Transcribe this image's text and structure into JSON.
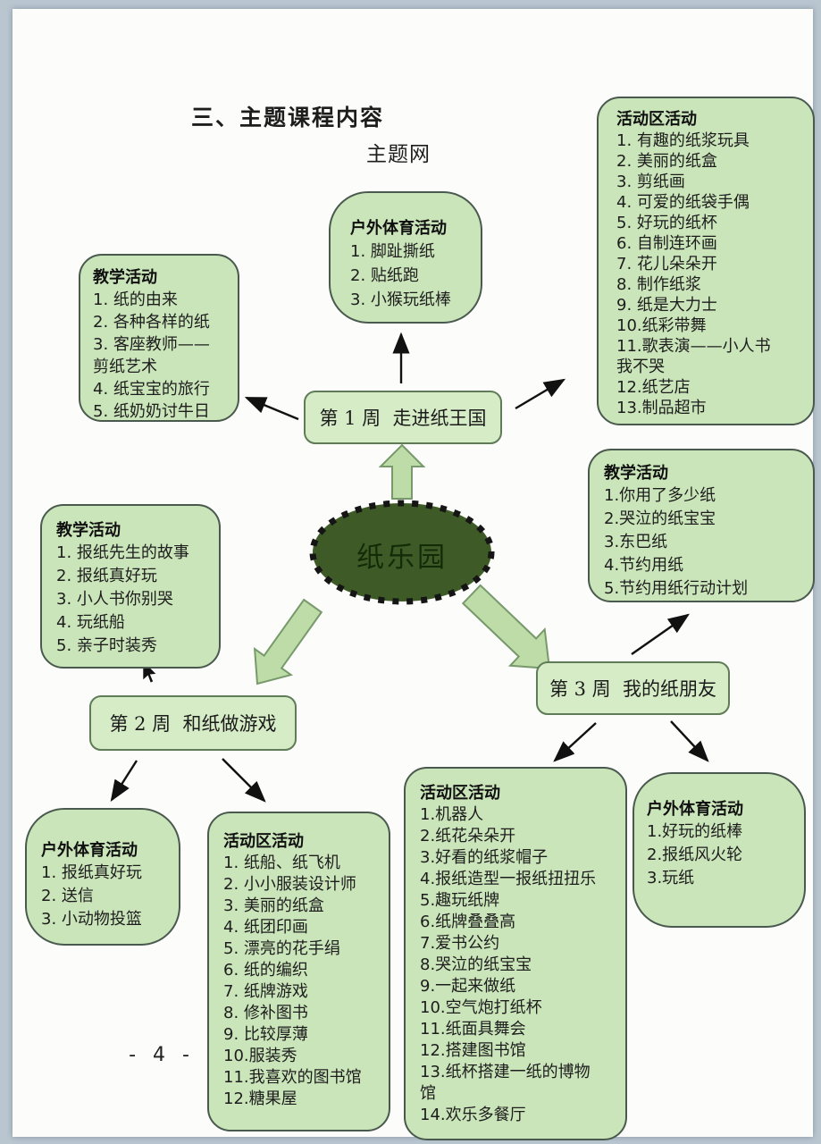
{
  "page": {
    "title": "三、主题课程内容",
    "subtitle": "主题网",
    "page_number": "- 4 -"
  },
  "center": {
    "label": "纸乐园"
  },
  "weeks": [
    {
      "label": "第 1 周  走进纸王国"
    },
    {
      "label": "第 2 周  和纸做游戏"
    },
    {
      "label": "第 3 周  我的纸朋友"
    }
  ],
  "boxes": {
    "top_right": {
      "title": "活动区活动",
      "items": [
        "1. 有趣的纸浆玩具",
        "2. 美丽的纸盒",
        "3. 剪纸画",
        "4. 可爱的纸袋手偶",
        "5. 好玩的纸杯",
        "6. 自制连环画",
        "7. 花儿朵朵开",
        "8. 制作纸浆",
        "9. 纸是大力士",
        "10.纸彩带舞",
        "11.歌表演——小人书我不哭",
        "12.纸艺店",
        "13.制品超市"
      ]
    },
    "top_center": {
      "title": "户外体育活动",
      "items": [
        "1. 脚趾撕纸",
        "2. 贴纸跑",
        "3. 小猴玩纸棒"
      ]
    },
    "left_top": {
      "title": "教学活动",
      "items": [
        "1. 纸的由来",
        "2. 各种各样的纸",
        "3. 客座教师——剪纸艺术",
        "4. 纸宝宝的旅行",
        "5. 纸奶奶讨牛日"
      ]
    },
    "left_mid": {
      "title": "教学活动",
      "items": [
        "1. 报纸先生的故事",
        "2. 报纸真好玩",
        "3. 小人书你别哭",
        "4. 玩纸船",
        "5. 亲子时装秀"
      ]
    },
    "right_mid": {
      "title": "教学活动",
      "items": [
        "1.你用了多少纸",
        "2.哭泣的纸宝宝",
        "3.东巴纸",
        "4.节约用纸",
        "5.节约用纸行动计划"
      ]
    },
    "bottom_left": {
      "title": "户外体育活动",
      "items": [
        "1. 报纸真好玩",
        "2. 送信",
        "3. 小动物投篮"
      ]
    },
    "bottom_mid_left": {
      "title": "活动区活动",
      "items": [
        "1. 纸船、纸飞机",
        "2. 小小服装设计师",
        "3. 美丽的纸盒",
        "4. 纸团印画",
        "5. 漂亮的花手绢",
        "6. 纸的编织",
        "7. 纸牌游戏",
        "8. 修补图书",
        "9. 比较厚薄",
        "10.服装秀",
        "11.我喜欢的图书馆",
        "12.糖果屋"
      ]
    },
    "bottom_mid_right": {
      "title": "活动区活动",
      "items": [
        "1.机器人",
        "2.纸花朵朵开",
        "3.好看的纸浆帽子",
        "4.报纸造型一报纸扭扭乐",
        "5.趣玩纸牌",
        "6.纸牌叠叠高",
        "7.爱书公约",
        "8.哭泣的纸宝宝",
        "9.一起来做纸",
        "10.空气炮打纸杯",
        "11.纸面具舞会",
        "12.搭建图书馆",
        "13.纸杯搭建一纸的博物馆",
        "14.欢乐多餐厅"
      ]
    },
    "bottom_right": {
      "title": "户外体育活动",
      "items": [
        "1.好玩的纸棒",
        "2.报纸风火轮",
        "3.玩纸"
      ]
    }
  },
  "colors": {
    "box_fill": "#cbe5ba",
    "box_border": "#49594e",
    "week_fill": "#d6ecc6",
    "ellipse_fill": "#3e5b27",
    "ellipse_dash": "#151515",
    "block_arrow_fill": "#bedca8",
    "block_arrow_stroke": "#77996b",
    "connector_color": "#111111"
  }
}
